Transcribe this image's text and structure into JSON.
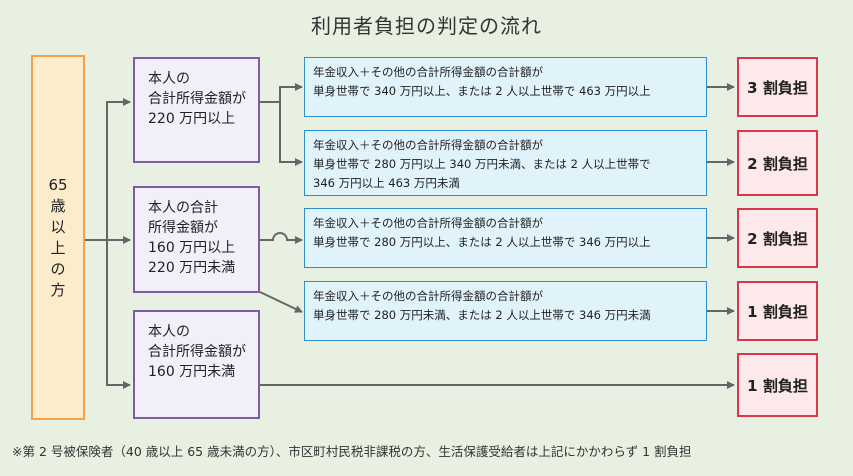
{
  "title": "利用者負担の判定の流れ",
  "start": {
    "label": "65歳以上の方"
  },
  "income_brackets": [
    {
      "label": "本人の\n合計所得金額が\n220 万円以上"
    },
    {
      "label": "本人の合計\n所得金額が\n160 万円以上\n220 万円未満"
    },
    {
      "label": "本人の\n合計所得金額が\n160 万円未満"
    }
  ],
  "conditions": [
    {
      "label": "年金収入＋その他の合計所得金額の合計額が\n単身世帯で 340 万円以上、または 2 人以上世帯で 463 万円以上"
    },
    {
      "label": "年金収入＋その他の合計所得金額の合計額が\n単身世帯で 280 万円以上 340 万円未満、または 2 人以上世帯で\n346 万円以上 463 万円未満"
    },
    {
      "label": "年金収入＋その他の合計所得金額の合計額が\n単身世帯で 280 万円以上、または 2 人以上世帯で 346 万円以上"
    },
    {
      "label": "年金収入＋その他の合計所得金額の合計額が\n単身世帯で 280 万円未満、または 2 人以上世帯で 346 万円未満"
    }
  ],
  "results": [
    {
      "label": "3 割負担"
    },
    {
      "label": "2 割負担"
    },
    {
      "label": "2 割負担"
    },
    {
      "label": "1 割負担"
    },
    {
      "label": "1 割負担"
    }
  ],
  "footnote": "※第 2 号被保険者（40 歳以上 65 歳未満の方）、市区町村民税非課税の方、生活保護受給者は上記にかかわらず 1 割負担",
  "colors": {
    "background": "#e8f1e1",
    "start_border": "#f5a04b",
    "bracket_border": "#7d5ba6",
    "condition_border": "#2e8fcc",
    "result_border": "#d8384a",
    "connector": "#666666"
  }
}
